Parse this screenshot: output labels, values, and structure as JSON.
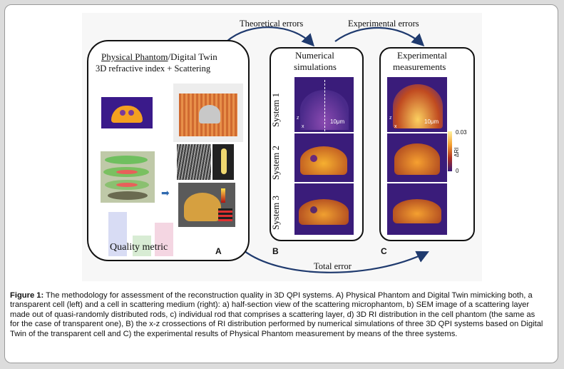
{
  "arrows": {
    "theoretical": "Theoretical errors",
    "experimental": "Experimental errors",
    "total": "Total error"
  },
  "panel_a": {
    "title_part1": "Physical Phantom",
    "title_part2": "/Digital Twin",
    "subtitle": "3D refractive index   +   Scattering",
    "quality": "Quality metric",
    "letter": "A"
  },
  "panel_b": {
    "title_line1": "Numerical",
    "title_line2": "simulations",
    "letter": "B",
    "systems": [
      "System 1",
      "System 2",
      "System 3"
    ],
    "scale": "10μm",
    "axis_z": "z",
    "axis_x": "x"
  },
  "panel_c": {
    "title_line1": "Experimental",
    "title_line2": "measurements",
    "letter": "C",
    "scale": "10μm",
    "axis_z": "z",
    "axis_x": "x"
  },
  "colorbar": {
    "max": "0.03",
    "min": "0",
    "label": "ΔRI"
  },
  "caption": {
    "label": "Figure 1:",
    "text": "The methodology for assessment of the reconstruction quality in 3D QPI systems. A) Physical Phantom and Digital Twin mimicking both, a transparent cell (left) and a cell in scattering medium (right): a) half-section view of the scattering microphantom, b) SEM image of a scattering layer made out of quasi-randomly distributed rods, c) individual rod that comprises a scattering layer, d) 3D RI distribution in the cell phantom (the same as for the case of transparent one), B) the x-z crossections of RI distribution performed by numerical simulations of three 3D QPI systems based on Digital Twin of the transparent cell and C) the experimental results of Physical Phantom measurement by means of the three systems."
  }
}
